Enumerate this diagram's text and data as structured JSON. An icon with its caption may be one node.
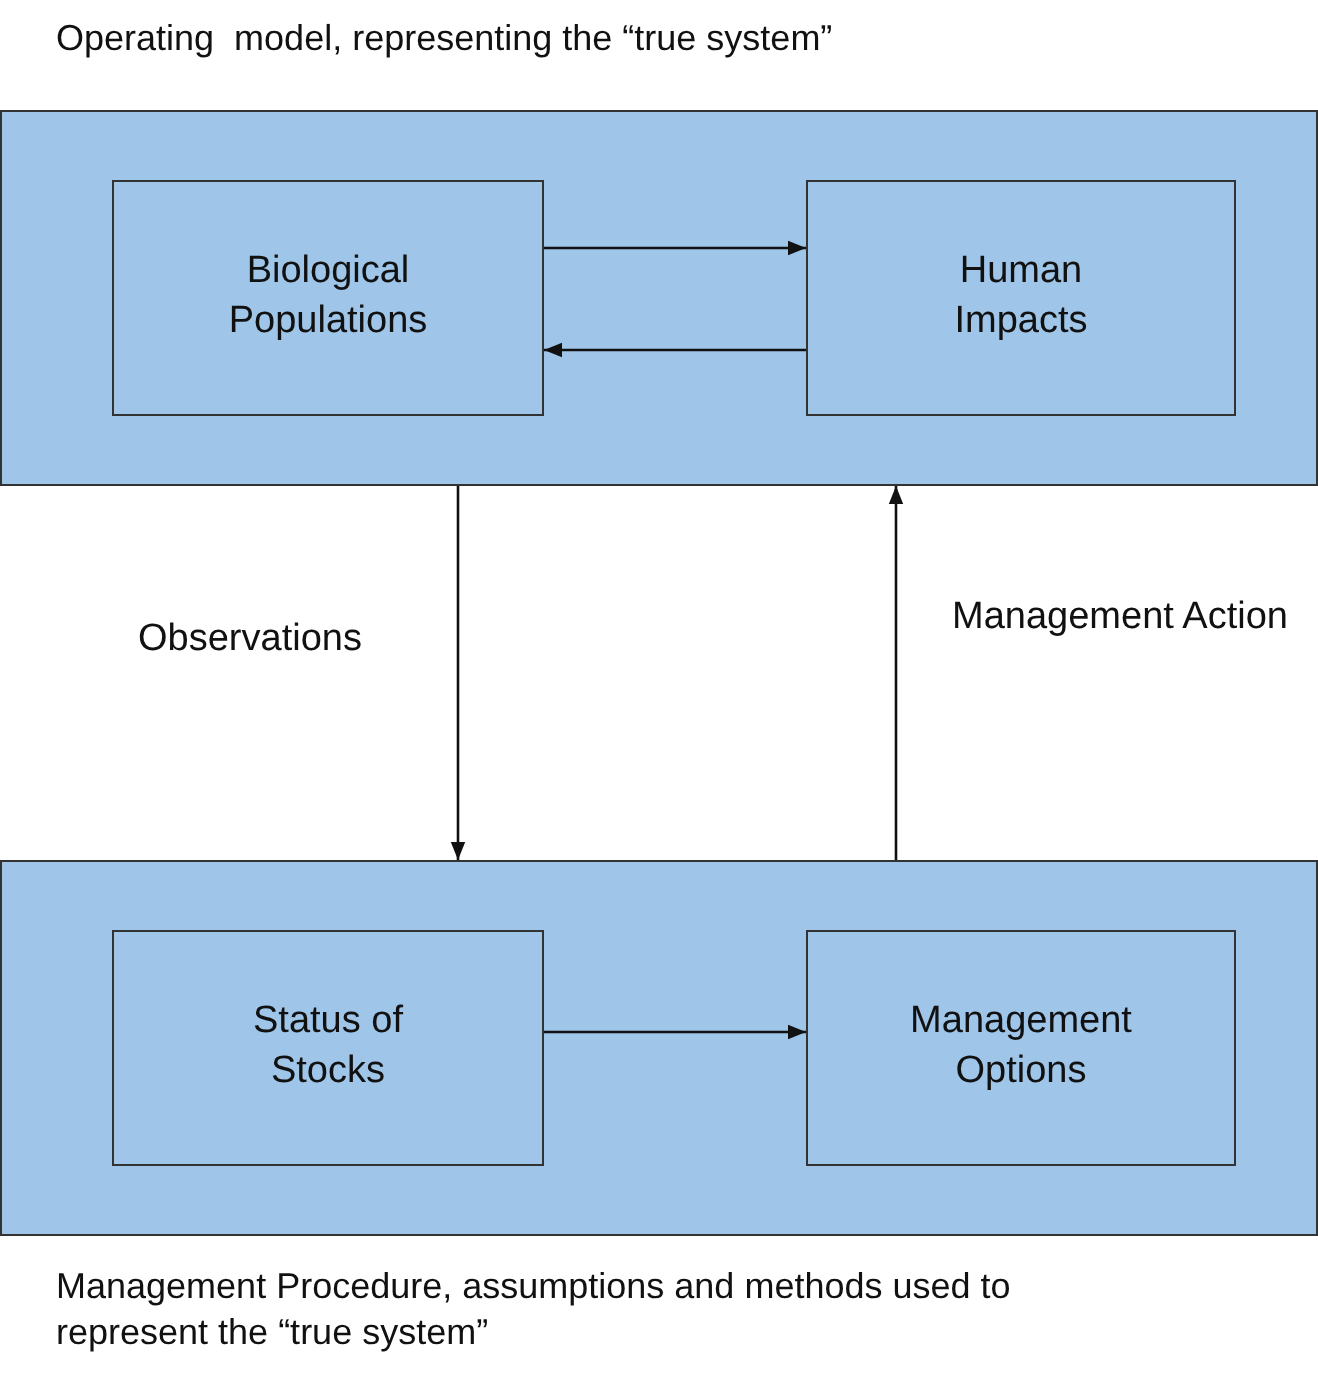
{
  "diagram": {
    "nodes": [
      {
        "text": [
          "Operating  model, representing the “true system”"
        ]
      },
      {
        "text": [
          "Biological Populations"
        ],
        "in": 0
      },
      {
        "text": [
          "Human Impacts"
        ],
        "in": 0
      },
      {
        "text": [
          "Management Procedure, assumptions and methods used to represent the “true system”"
        ]
      },
      {
        "text": [
          "Status of Stocks"
        ],
        "in": 3
      },
      {
        "text": [
          "Management Options"
        ],
        "in": 3
      }
    ],
    "edges": [
      {
        "from": 1,
        "to": 2,
        "arrow": "to"
      },
      {
        "from": 2,
        "to": 1,
        "arrow": "to"
      },
      {
        "from": 0,
        "to": 3,
        "arrow": "to",
        "label": "Observations"
      },
      {
        "from": 3,
        "to": 0,
        "arrow": "to",
        "label": "Management Action"
      },
      {
        "from": 4,
        "to": 5,
        "arrow": "to"
      }
    ]
  }
}
